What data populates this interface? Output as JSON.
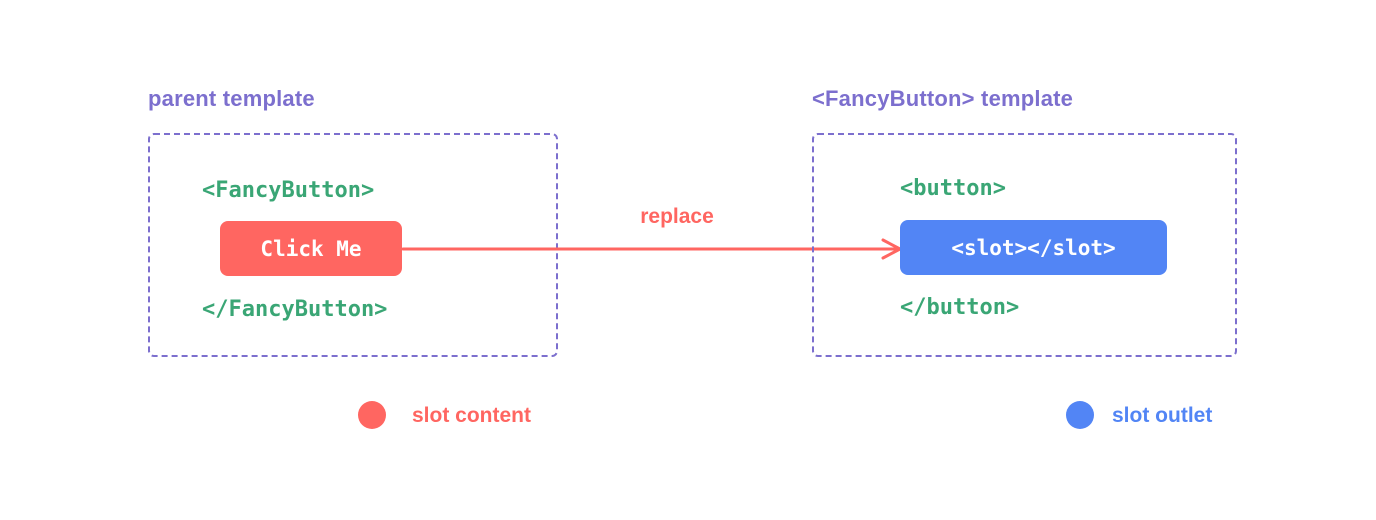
{
  "colors": {
    "purple": "#7c6fce",
    "green": "#3aa675",
    "red": "#ff6661",
    "blue": "#5285f5",
    "white": "#ffffff"
  },
  "left_panel": {
    "title": "parent template",
    "open_tag": "<FancyButton>",
    "button_label": "Click Me",
    "close_tag": "</FancyButton>"
  },
  "arrow": {
    "label": "replace"
  },
  "right_panel": {
    "title": "<FancyButton> template",
    "open_tag": "<button>",
    "slot_label": "<slot></slot>",
    "close_tag": "</button>"
  },
  "legend": {
    "slot_content": "slot content",
    "slot_outlet": "slot outlet"
  }
}
